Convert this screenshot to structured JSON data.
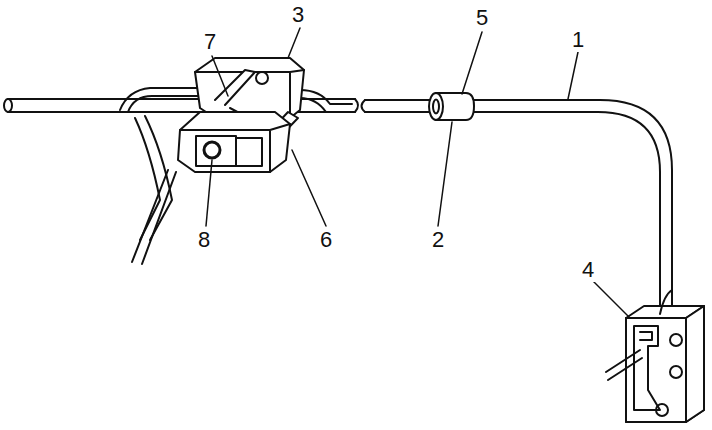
{
  "diagram": {
    "labels": [
      "7",
      "3",
      "5",
      "1",
      "4",
      "8",
      "6",
      "2"
    ]
  }
}
